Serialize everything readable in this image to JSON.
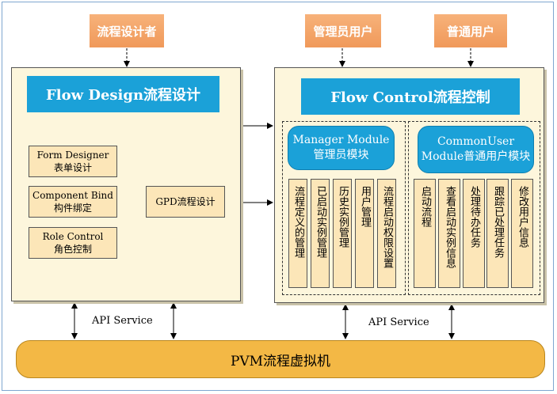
{
  "roles": {
    "designer": "流程设计者",
    "admin_user": "管理员用户",
    "common_user": "普通用户"
  },
  "flow_design": {
    "title": "Flow Design流程设计",
    "components": [
      {
        "en": "Form Designer",
        "zh": "表单设计"
      },
      {
        "en": "Component Bind",
        "zh": "构件绑定"
      },
      {
        "en": "Role Control",
        "zh": "角色控制"
      }
    ],
    "gpd": "GPD流程设计"
  },
  "flow_control": {
    "title": "Flow Control流程控制",
    "manager": {
      "head_en": "Manager Module",
      "head_zh": "管理员模块",
      "items": [
        "流程定义的管理",
        "已启动实例管理",
        "历史实例管理",
        "用户管理",
        "流程启动权限设置"
      ]
    },
    "common": {
      "head_en": "CommonUser",
      "head_zh": "Module普通用户模块",
      "items": [
        "启动流程",
        "查看启动实例信息",
        "处理待办任务",
        "跟踪已处理任务",
        "修改用户信息"
      ]
    }
  },
  "api_left": "API Service",
  "api_right": "API Service",
  "pvm": "PVM流程虚拟机",
  "colors": {
    "accent_blue": "#1ba1d8",
    "role_orange": "#f0995a",
    "panel_bg": "#fdf6dc",
    "box_bg": "#fce6b8",
    "pvm_bg": "#f3b845"
  }
}
